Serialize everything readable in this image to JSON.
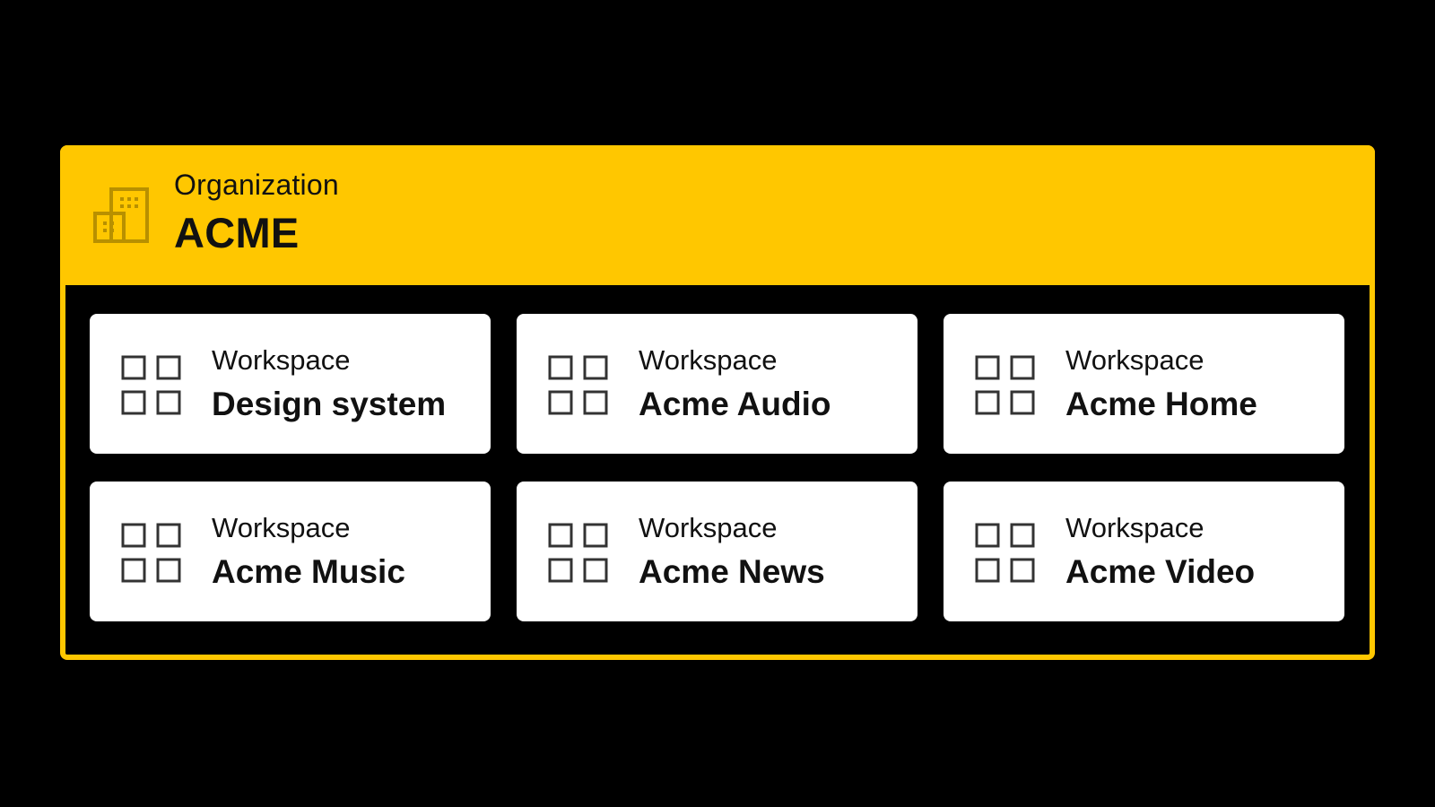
{
  "colors": {
    "background": "#000000",
    "accent": "#FFC700",
    "icon_accent": "#B89000",
    "card": "#FFFFFF",
    "text": "#111111",
    "icon_stroke": "#333333"
  },
  "organization": {
    "label": "Organization",
    "name": "ACME",
    "icon": "building-icon"
  },
  "workspaces": [
    {
      "label": "Workspace",
      "name": "Design system",
      "icon": "grid-icon"
    },
    {
      "label": "Workspace",
      "name": "Acme Audio",
      "icon": "grid-icon"
    },
    {
      "label": "Workspace",
      "name": "Acme Home",
      "icon": "grid-icon"
    },
    {
      "label": "Workspace",
      "name": "Acme Music",
      "icon": "grid-icon"
    },
    {
      "label": "Workspace",
      "name": "Acme News",
      "icon": "grid-icon"
    },
    {
      "label": "Workspace",
      "name": "Acme Video",
      "icon": "grid-icon"
    }
  ]
}
